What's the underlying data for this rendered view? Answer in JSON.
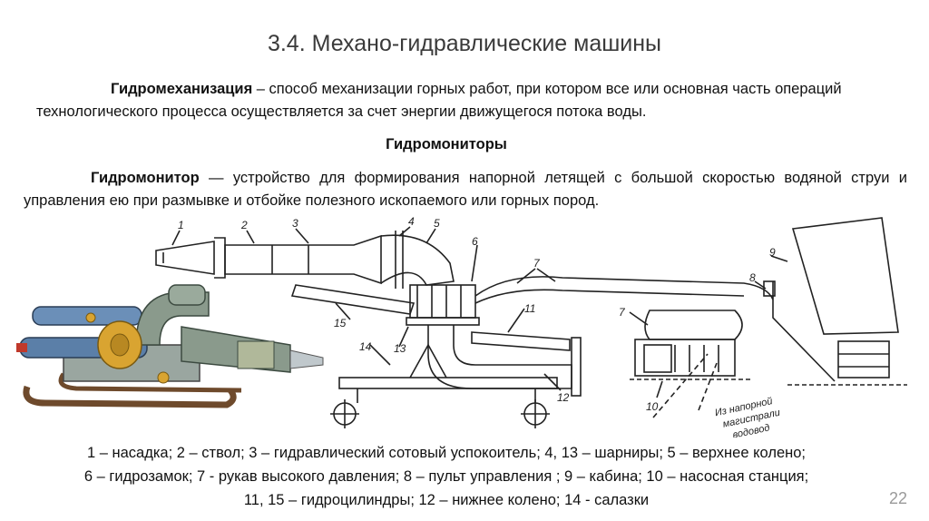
{
  "slide": {
    "title": "3.4. Механо-гидравлические машины",
    "page_number": "22"
  },
  "intro": {
    "term": "Гидромеханизация",
    "text": " – способ механизации горных работ, при котором все или основная часть операций технологического процесса осуществляется за счет энергии движущегося потока воды."
  },
  "section": {
    "heading": "Гидромониторы",
    "term": "Гидромонитор",
    "text": " — устройство для формирования напорной летящей с большой скоростью водяной струи и управления ею при размывке и отбойке полезного ископаемого или горных пород."
  },
  "figure": {
    "labels": [
      "1",
      "2",
      "3",
      "4",
      "5",
      "6",
      "7",
      "7",
      "8",
      "9",
      "10",
      "11",
      "12",
      "13",
      "14",
      "15"
    ],
    "annotation_line1": "Из напорной",
    "annotation_line2": "магистрали",
    "annotation_line3": "водовод"
  },
  "caption": {
    "line1": "1 – насадка; 2 – ствол; 3 – гидравлический сотовый успокоитель; 4, 13 – шарниры; 5 – верхнее колено;",
    "line2": "6 – гидрозамок; 7 -  рукав высокого давления; 8 – пульт управления ; 9 – кабина; 10 – насосная станция;",
    "line3": "11, 15 – гидроцилиндры; 12 – нижнее колено; 14 - салазки"
  },
  "colors": {
    "title": "#3a3a3a",
    "page_number": "#9a9a9a",
    "photo_pipe_blue": "#5b7fa8",
    "photo_elbow_gray": "#8a9a8c",
    "photo_flange_yellow": "#d9a431",
    "photo_skid_brown": "#6e4a2c"
  }
}
